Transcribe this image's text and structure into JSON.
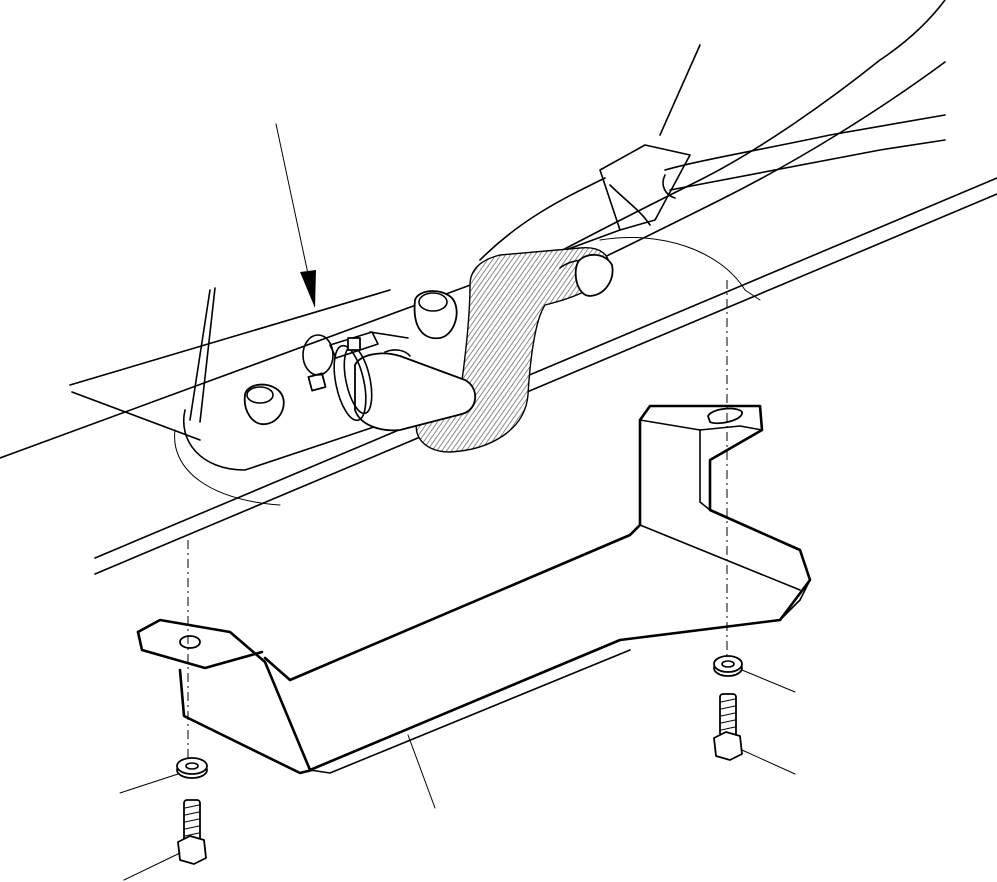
{
  "figure": {
    "background": "#ffffff",
    "line_color": "#000000",
    "hatch_color": "#7a7a7a"
  },
  "parts": {
    "hose": "hose",
    "hose_clamp": "hose-clamp",
    "bracket": "bracket",
    "washer": "washer",
    "bolt": "bolt",
    "frame": "frame"
  }
}
